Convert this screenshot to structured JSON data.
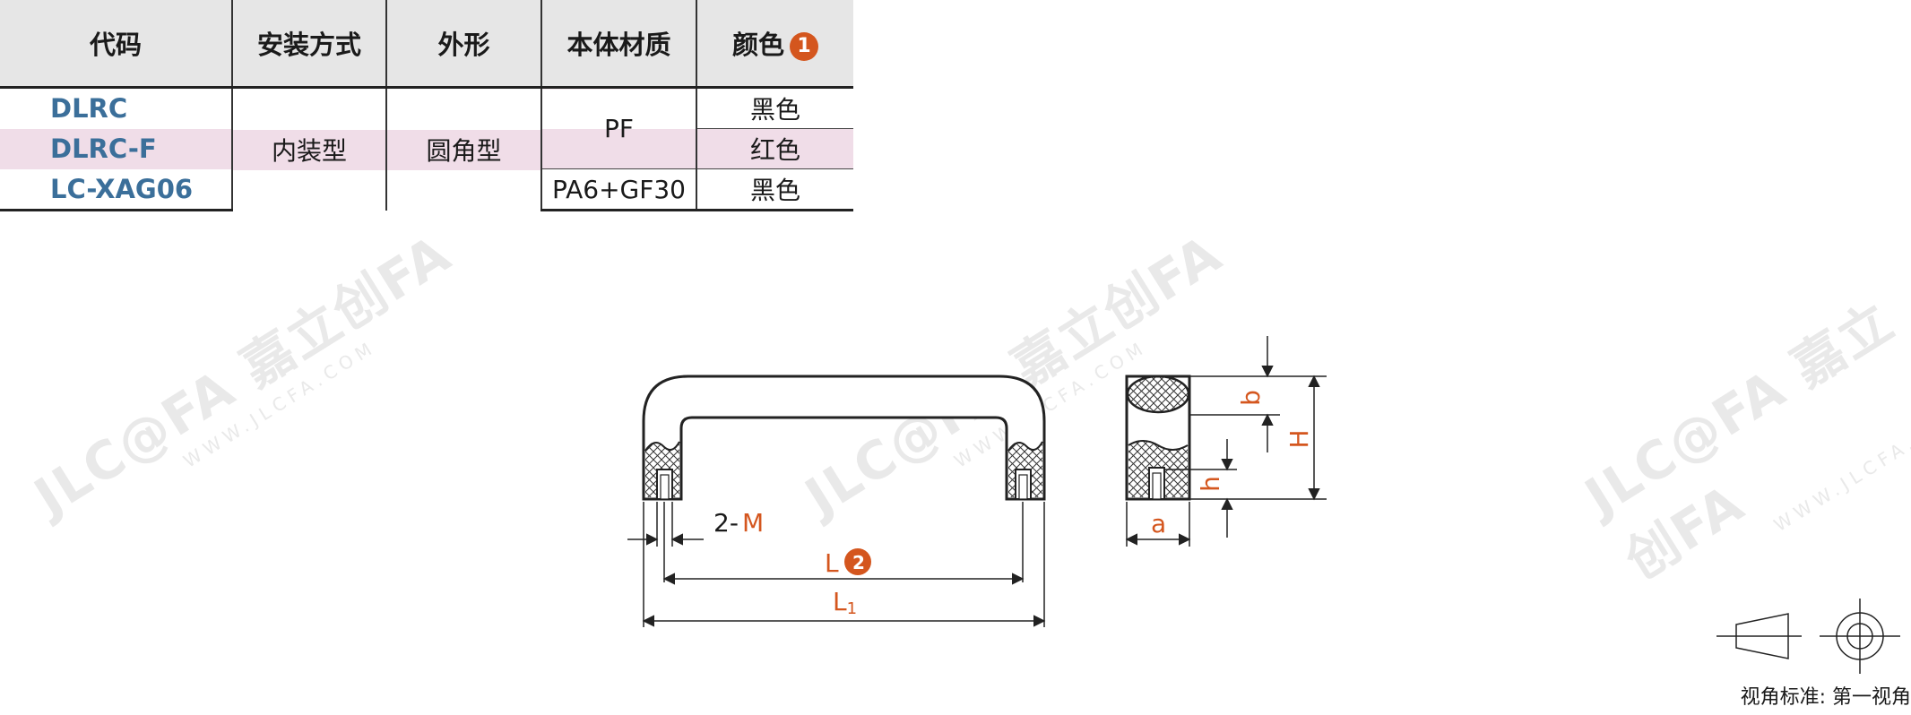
{
  "table": {
    "headers": [
      "代码",
      "安装方式",
      "外形",
      "本体材质",
      "颜色"
    ],
    "color_note_badge": "1",
    "rows": [
      {
        "code": "DLRC",
        "color": "黑色"
      },
      {
        "code": "DLRC-F",
        "color": "红色"
      },
      {
        "code": "LC-XAG06",
        "color": "黑色"
      }
    ],
    "install": "内装型",
    "shape": "圆角型",
    "material_pf": "PF",
    "material_pa": "PA6+GF30"
  },
  "drawing": {
    "label_2M_prefix": "2-",
    "label_M": "M",
    "label_L": "L",
    "label_L_badge": "2",
    "label_L1_main": "L",
    "label_L1_sub": "1",
    "label_a": "a",
    "label_b": "b",
    "label_h": "h",
    "label_H": "H"
  },
  "watermark": {
    "brand": "JLC@FA 嘉立创FA",
    "url": "WWW.JLCFA.COM"
  },
  "view_label": "视角标准: 第一视角",
  "colors": {
    "accent_orange": "#d4561e",
    "code_blue": "#3b6f9a",
    "highlight_pink": "#f0dde8",
    "header_gray": "#e6e6e6"
  }
}
